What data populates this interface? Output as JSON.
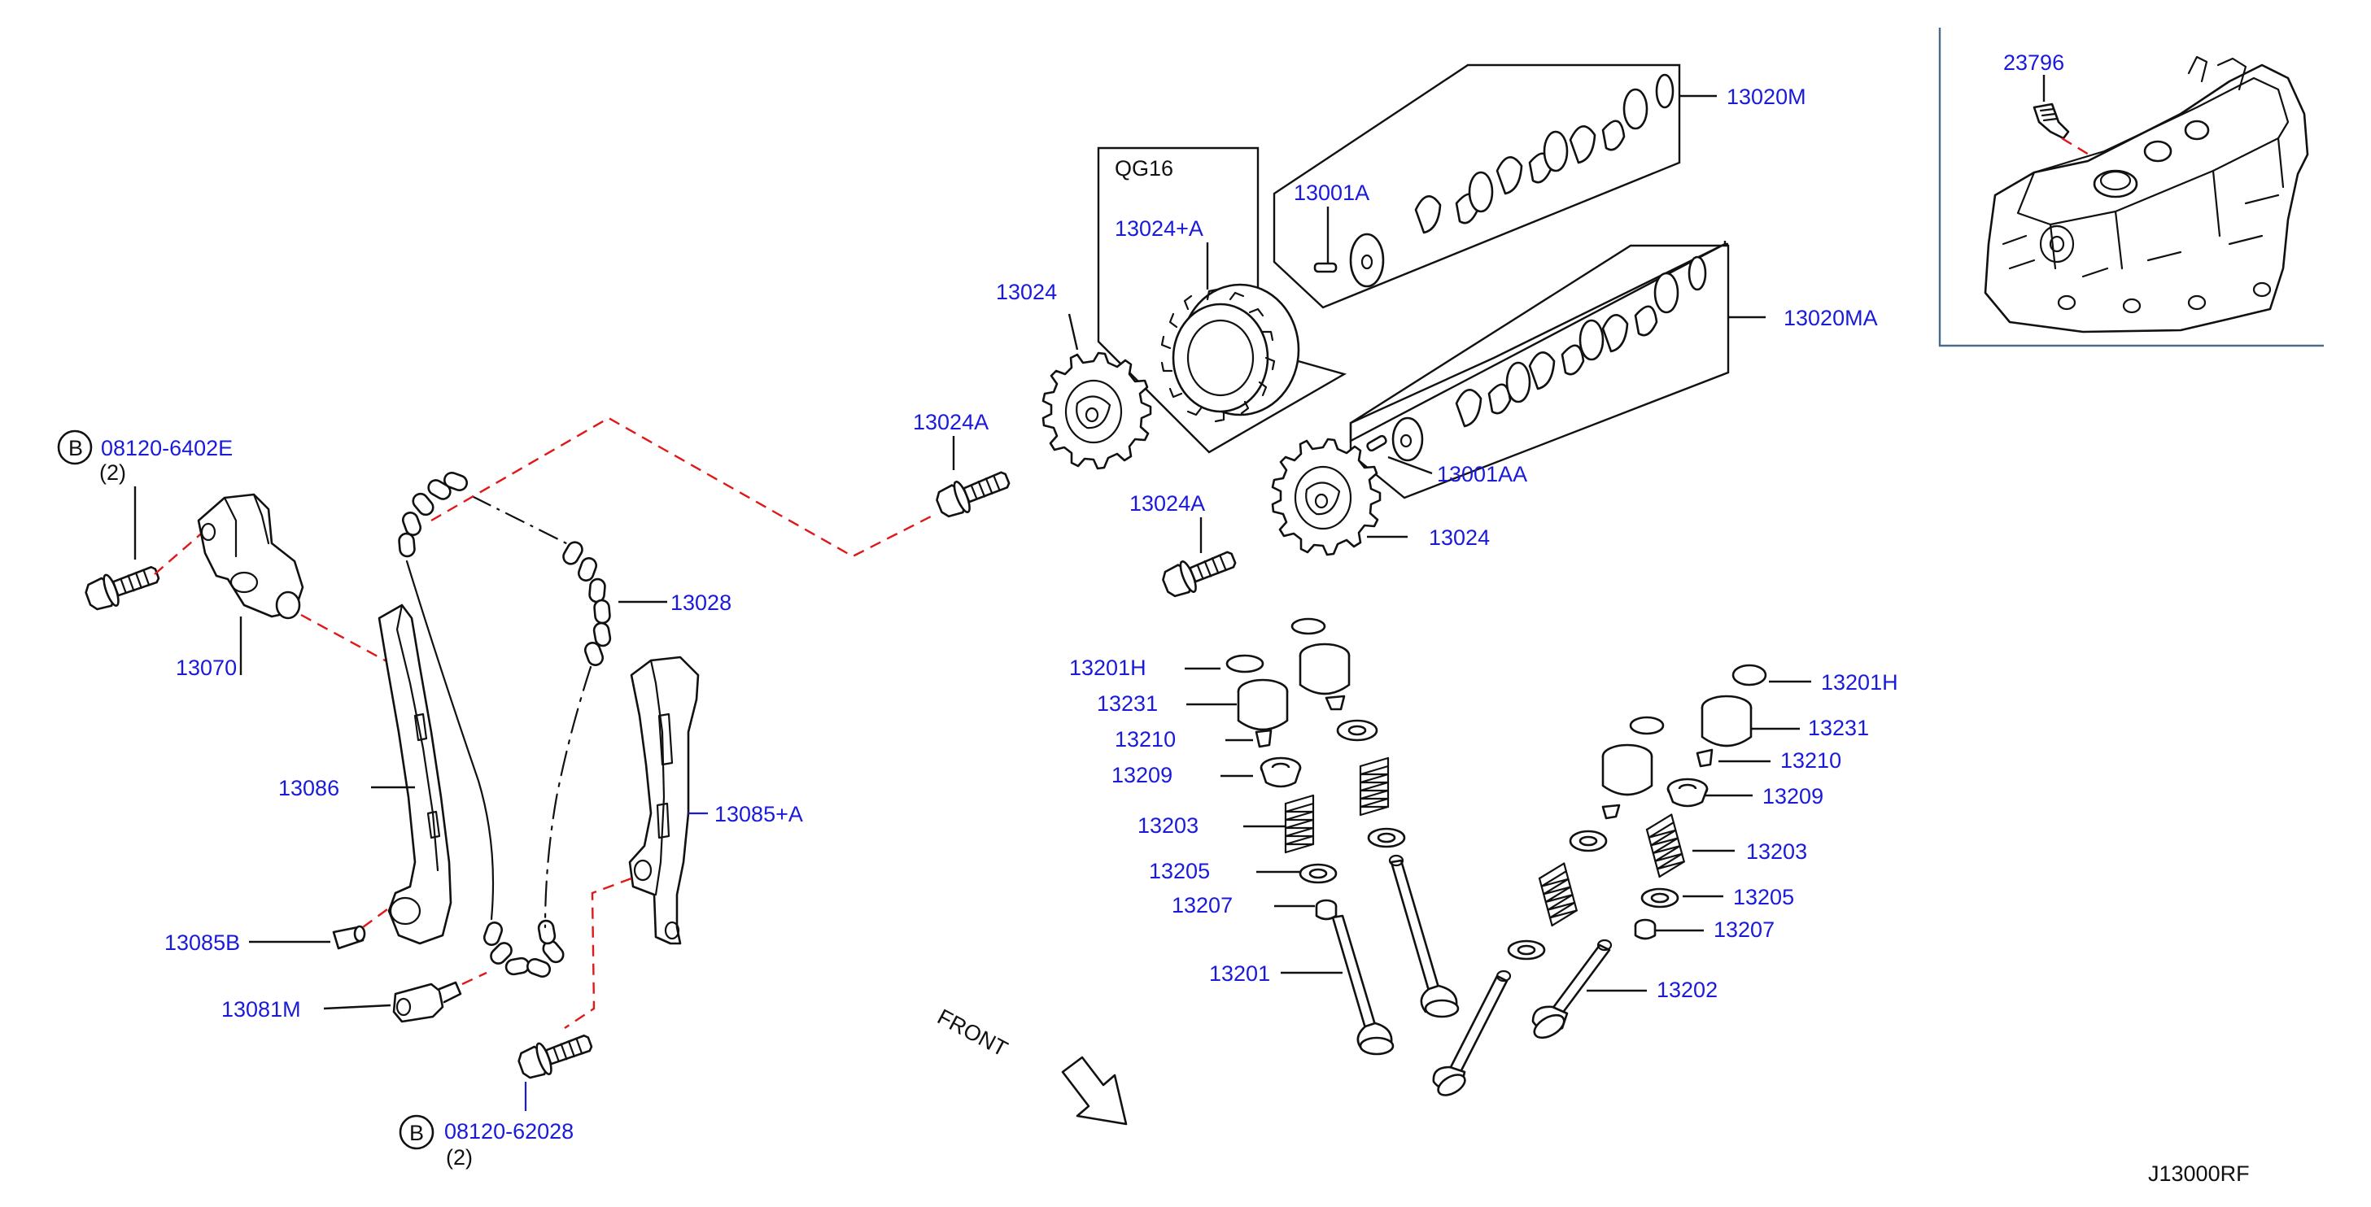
{
  "diagram_code": "J13000RF",
  "variant_box": "QG16",
  "front_label": "FRONT",
  "bolt_badge": "B",
  "colors": {
    "label": "#1a1adb",
    "line": "#111111",
    "hidden_link": "#e01818"
  },
  "labels": {
    "l_23796": "23796",
    "l_13020M": "13020M",
    "l_13020MA": "13020MA",
    "l_13001A": "13001A",
    "l_13001AA": "13001AA",
    "l_13024_plus_A": "13024+A",
    "l_13024_top": "13024",
    "l_13024_bottom": "13024",
    "l_13024A_top": "13024A",
    "l_13024A_bottom": "13024A",
    "l_08120_6402E": "08120-6402E",
    "qty_top": "(2)",
    "l_13070": "13070",
    "l_13028": "13028",
    "l_13086": "13086",
    "l_13085_plus_A": "13085+A",
    "l_13085B": "13085B",
    "l_13081M": "13081M",
    "l_08120_62028": "08120-62028",
    "qty_bottom": "(2)",
    "l_13201H_left": "13201H",
    "l_13231_left": "13231",
    "l_13210_left": "13210",
    "l_13209_left": "13209",
    "l_13203_left": "13203",
    "l_13205_left": "13205",
    "l_13207_left": "13207",
    "l_13201": "13201",
    "l_13201H_right": "13201H",
    "l_13231_right": "13231",
    "l_13210_right": "13210",
    "l_13209_right": "13209",
    "l_13203_right": "13203",
    "l_13205_right": "13205",
    "l_13207_right": "13207",
    "l_13202": "13202"
  }
}
